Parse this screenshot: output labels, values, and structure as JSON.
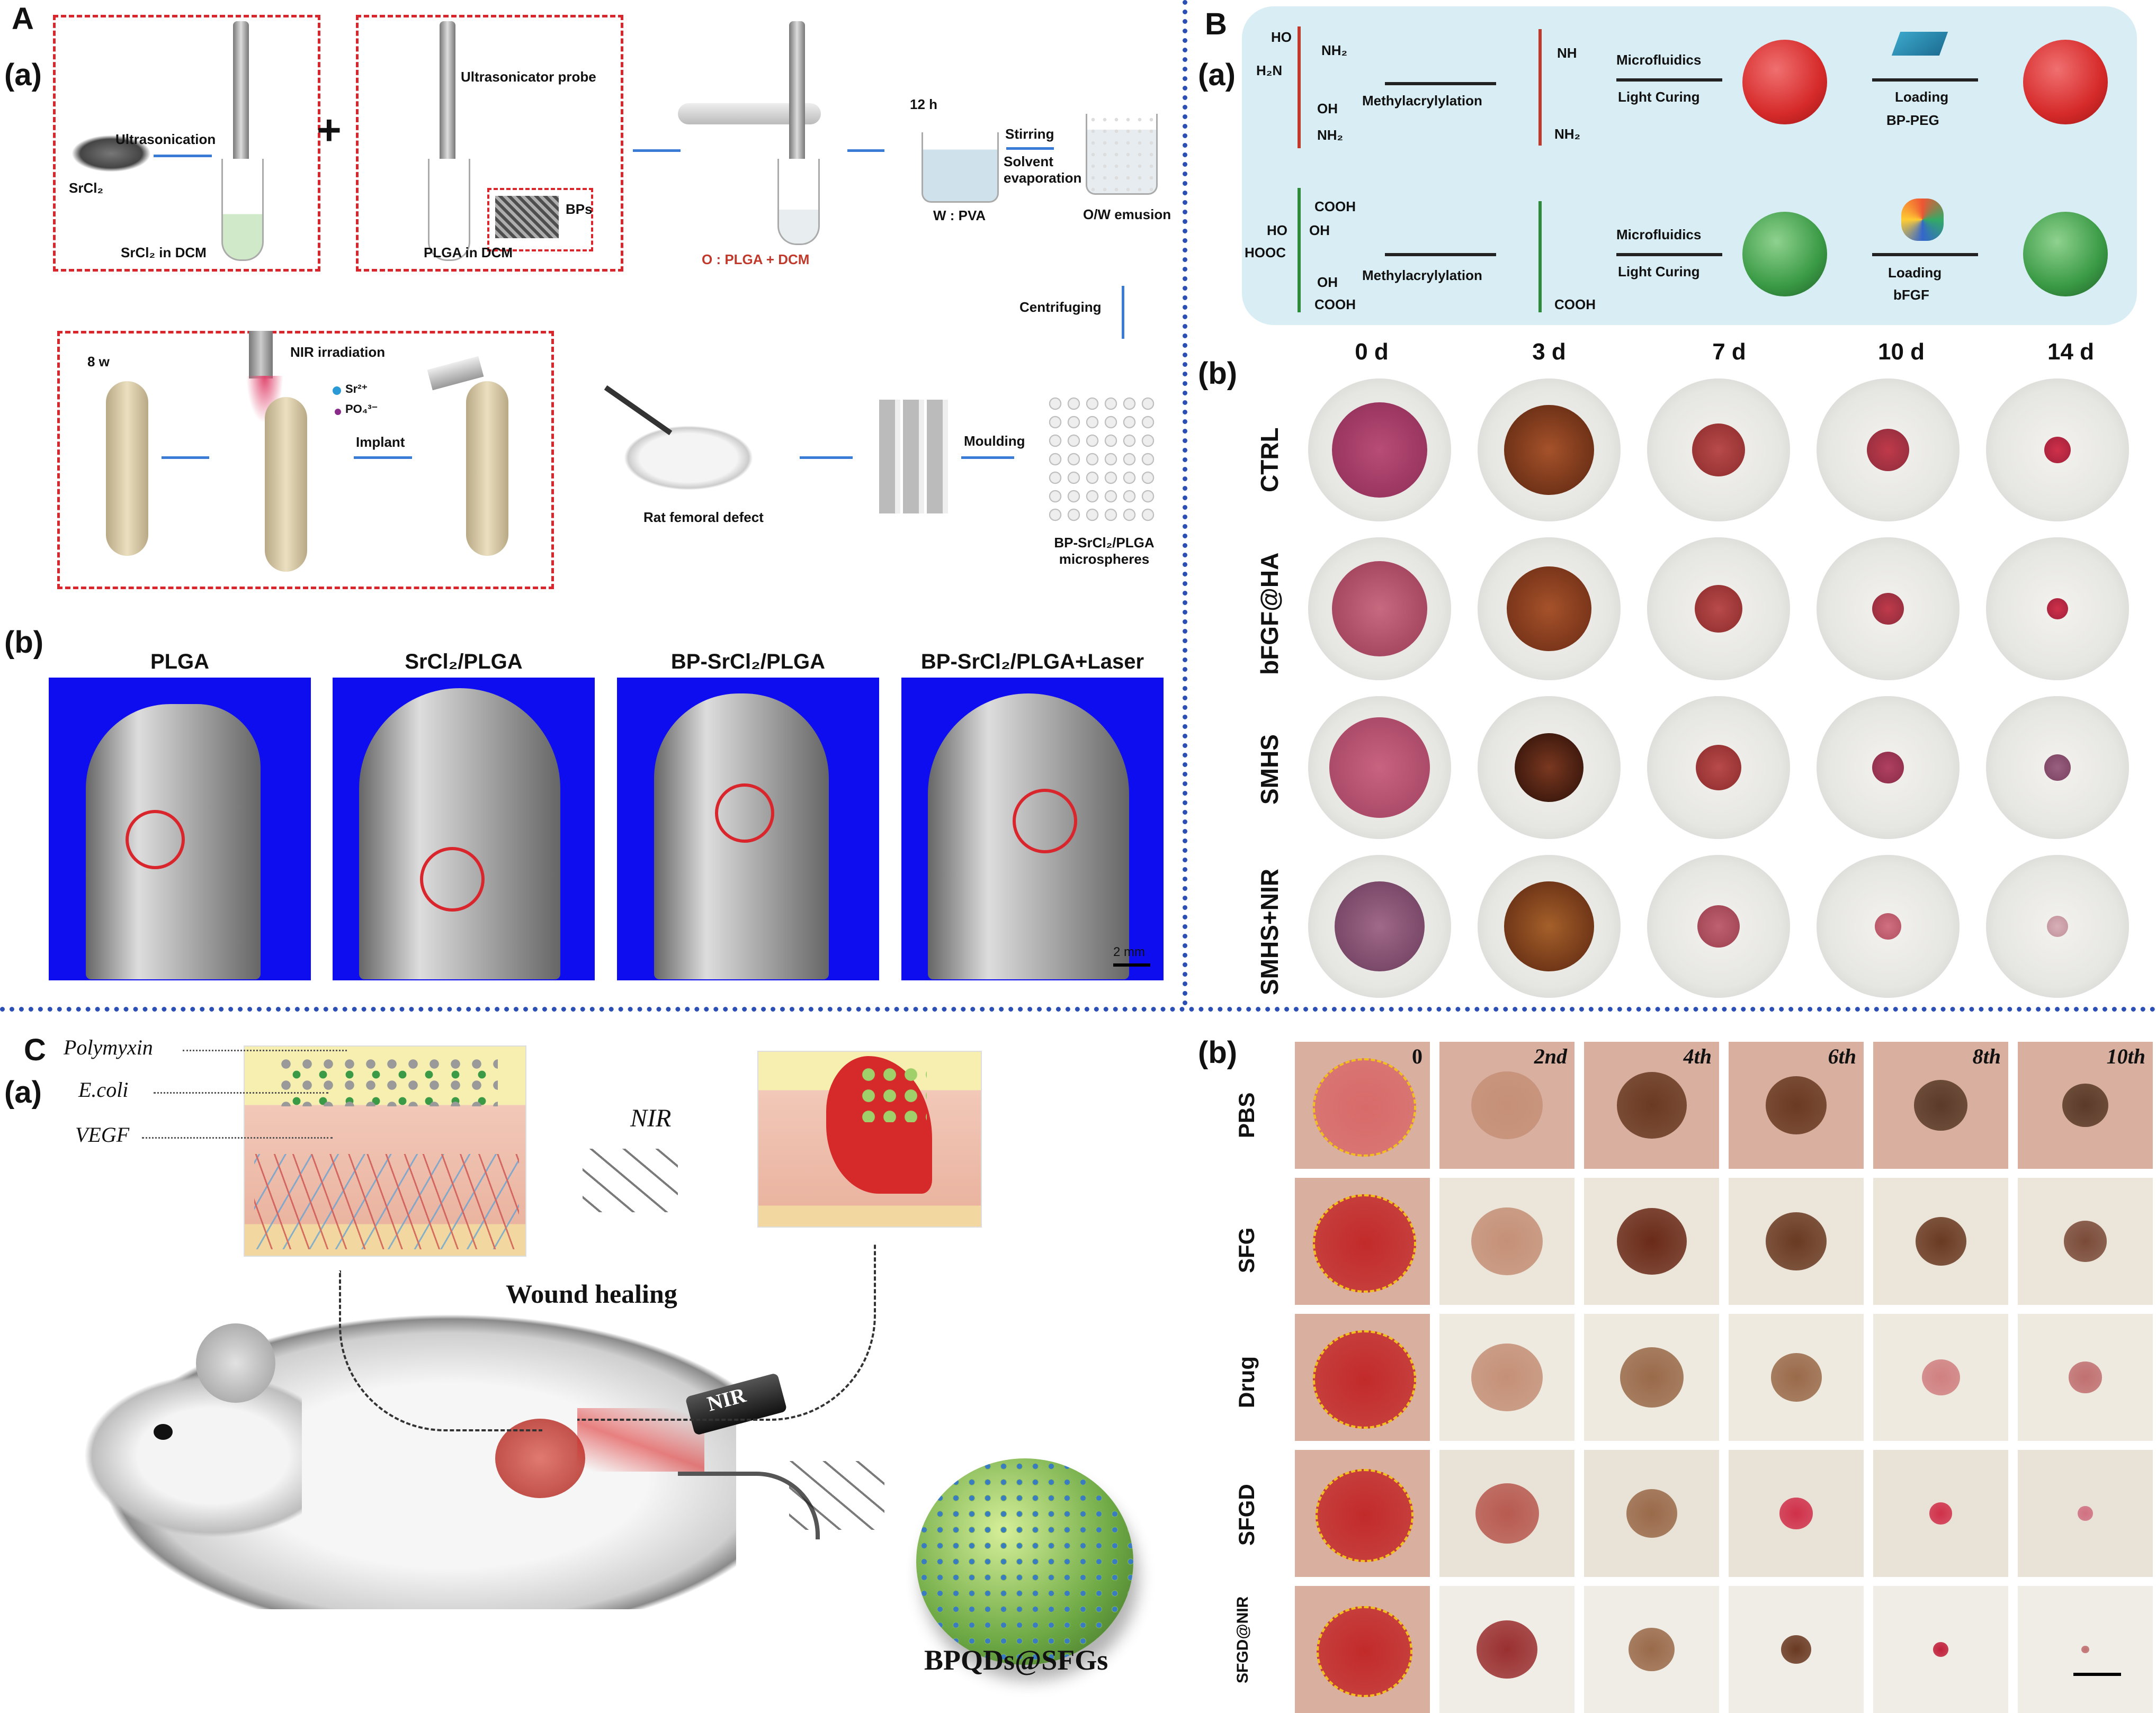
{
  "panelA": {
    "letter": "A",
    "sub_a": "(a)",
    "sub_b": "(b)",
    "box1": {
      "srcl2": "SrCl₂",
      "ultrasonication": "Ultrasonication",
      "srcl2_dcm": "SrCl₂ in DCM"
    },
    "plus": "+",
    "box2": {
      "probe": "Ultrasonicator probe",
      "bps": "BPs",
      "plga_dcm": "PLGA in DCM"
    },
    "oil_phase": "O : PLGA + DCM",
    "time": "12 h",
    "stirring": "Stirring",
    "solvent": "Solvent evaporation",
    "water": "W : PVA",
    "emulsion": "O/W emusion",
    "centrifuging": "Centrifuging",
    "microspheres": "BP-SrCl₂/PLGA microspheres",
    "moulding": "Moulding",
    "rat": "Rat femoral defect",
    "implant": "Implant",
    "nir": "NIR irradiation",
    "sr_ion": "Sr²⁺",
    "po4_ion": "PO₄³⁻",
    "weeks": "8 w",
    "ct_titles": [
      "PLGA",
      "SrCl₂/PLGA",
      "BP-SrCl₂/PLGA",
      "BP-SrCl₂/PLGA+Laser"
    ],
    "scale": "2 mm"
  },
  "panelB": {
    "letter": "B",
    "sub_a": "(a)",
    "sub_b": "(b)",
    "row1": {
      "methyl": "Methylacrylylation",
      "micro": "Microfluidics",
      "curing": "Light Curing",
      "loading": "Loading",
      "cargo": "BP-PEG"
    },
    "row2": {
      "methyl": "Methylacrylylation",
      "micro": "Microfluidics",
      "curing": "Light Curing",
      "loading": "Loading",
      "cargo": "bFGF"
    },
    "chem": {
      "ho": "HO",
      "nh2": "NH₂",
      "h2n": "H₂N",
      "oh": "OH",
      "nh": "NH",
      "cooh": "COOH",
      "hooc": "HOOC"
    },
    "days": [
      "0 d",
      "3 d",
      "7 d",
      "10 d",
      "14 d"
    ],
    "groups": [
      "CTRL",
      "bFGF@HA",
      "SMHS",
      "SMHS+NIR"
    ]
  },
  "panelC": {
    "letter": "C",
    "sub_a": "(a)",
    "sub_b": "(b)",
    "polymyxin": "Polymyxin",
    "ecoli": "E.coli",
    "vegf": "VEGF",
    "nir_top": "NIR",
    "wound_healing": "Wound healing",
    "nir_device": "NIR",
    "product": "BPQDs@SFGs",
    "days": [
      "0",
      "2nd",
      "4th",
      "6th",
      "8th",
      "10th"
    ],
    "groups": [
      "PBS",
      "SFG",
      "Drug",
      "SFGD",
      "SFGD@NIR"
    ]
  },
  "colors": {
    "divider": "#2c4fb5",
    "dashed_red": "#d9262c",
    "ct_background": "#0d0df0",
    "red_sphere": "#d62a2a",
    "green_sphere": "#3a9a45",
    "scheme_bg": "#d9eef4"
  }
}
